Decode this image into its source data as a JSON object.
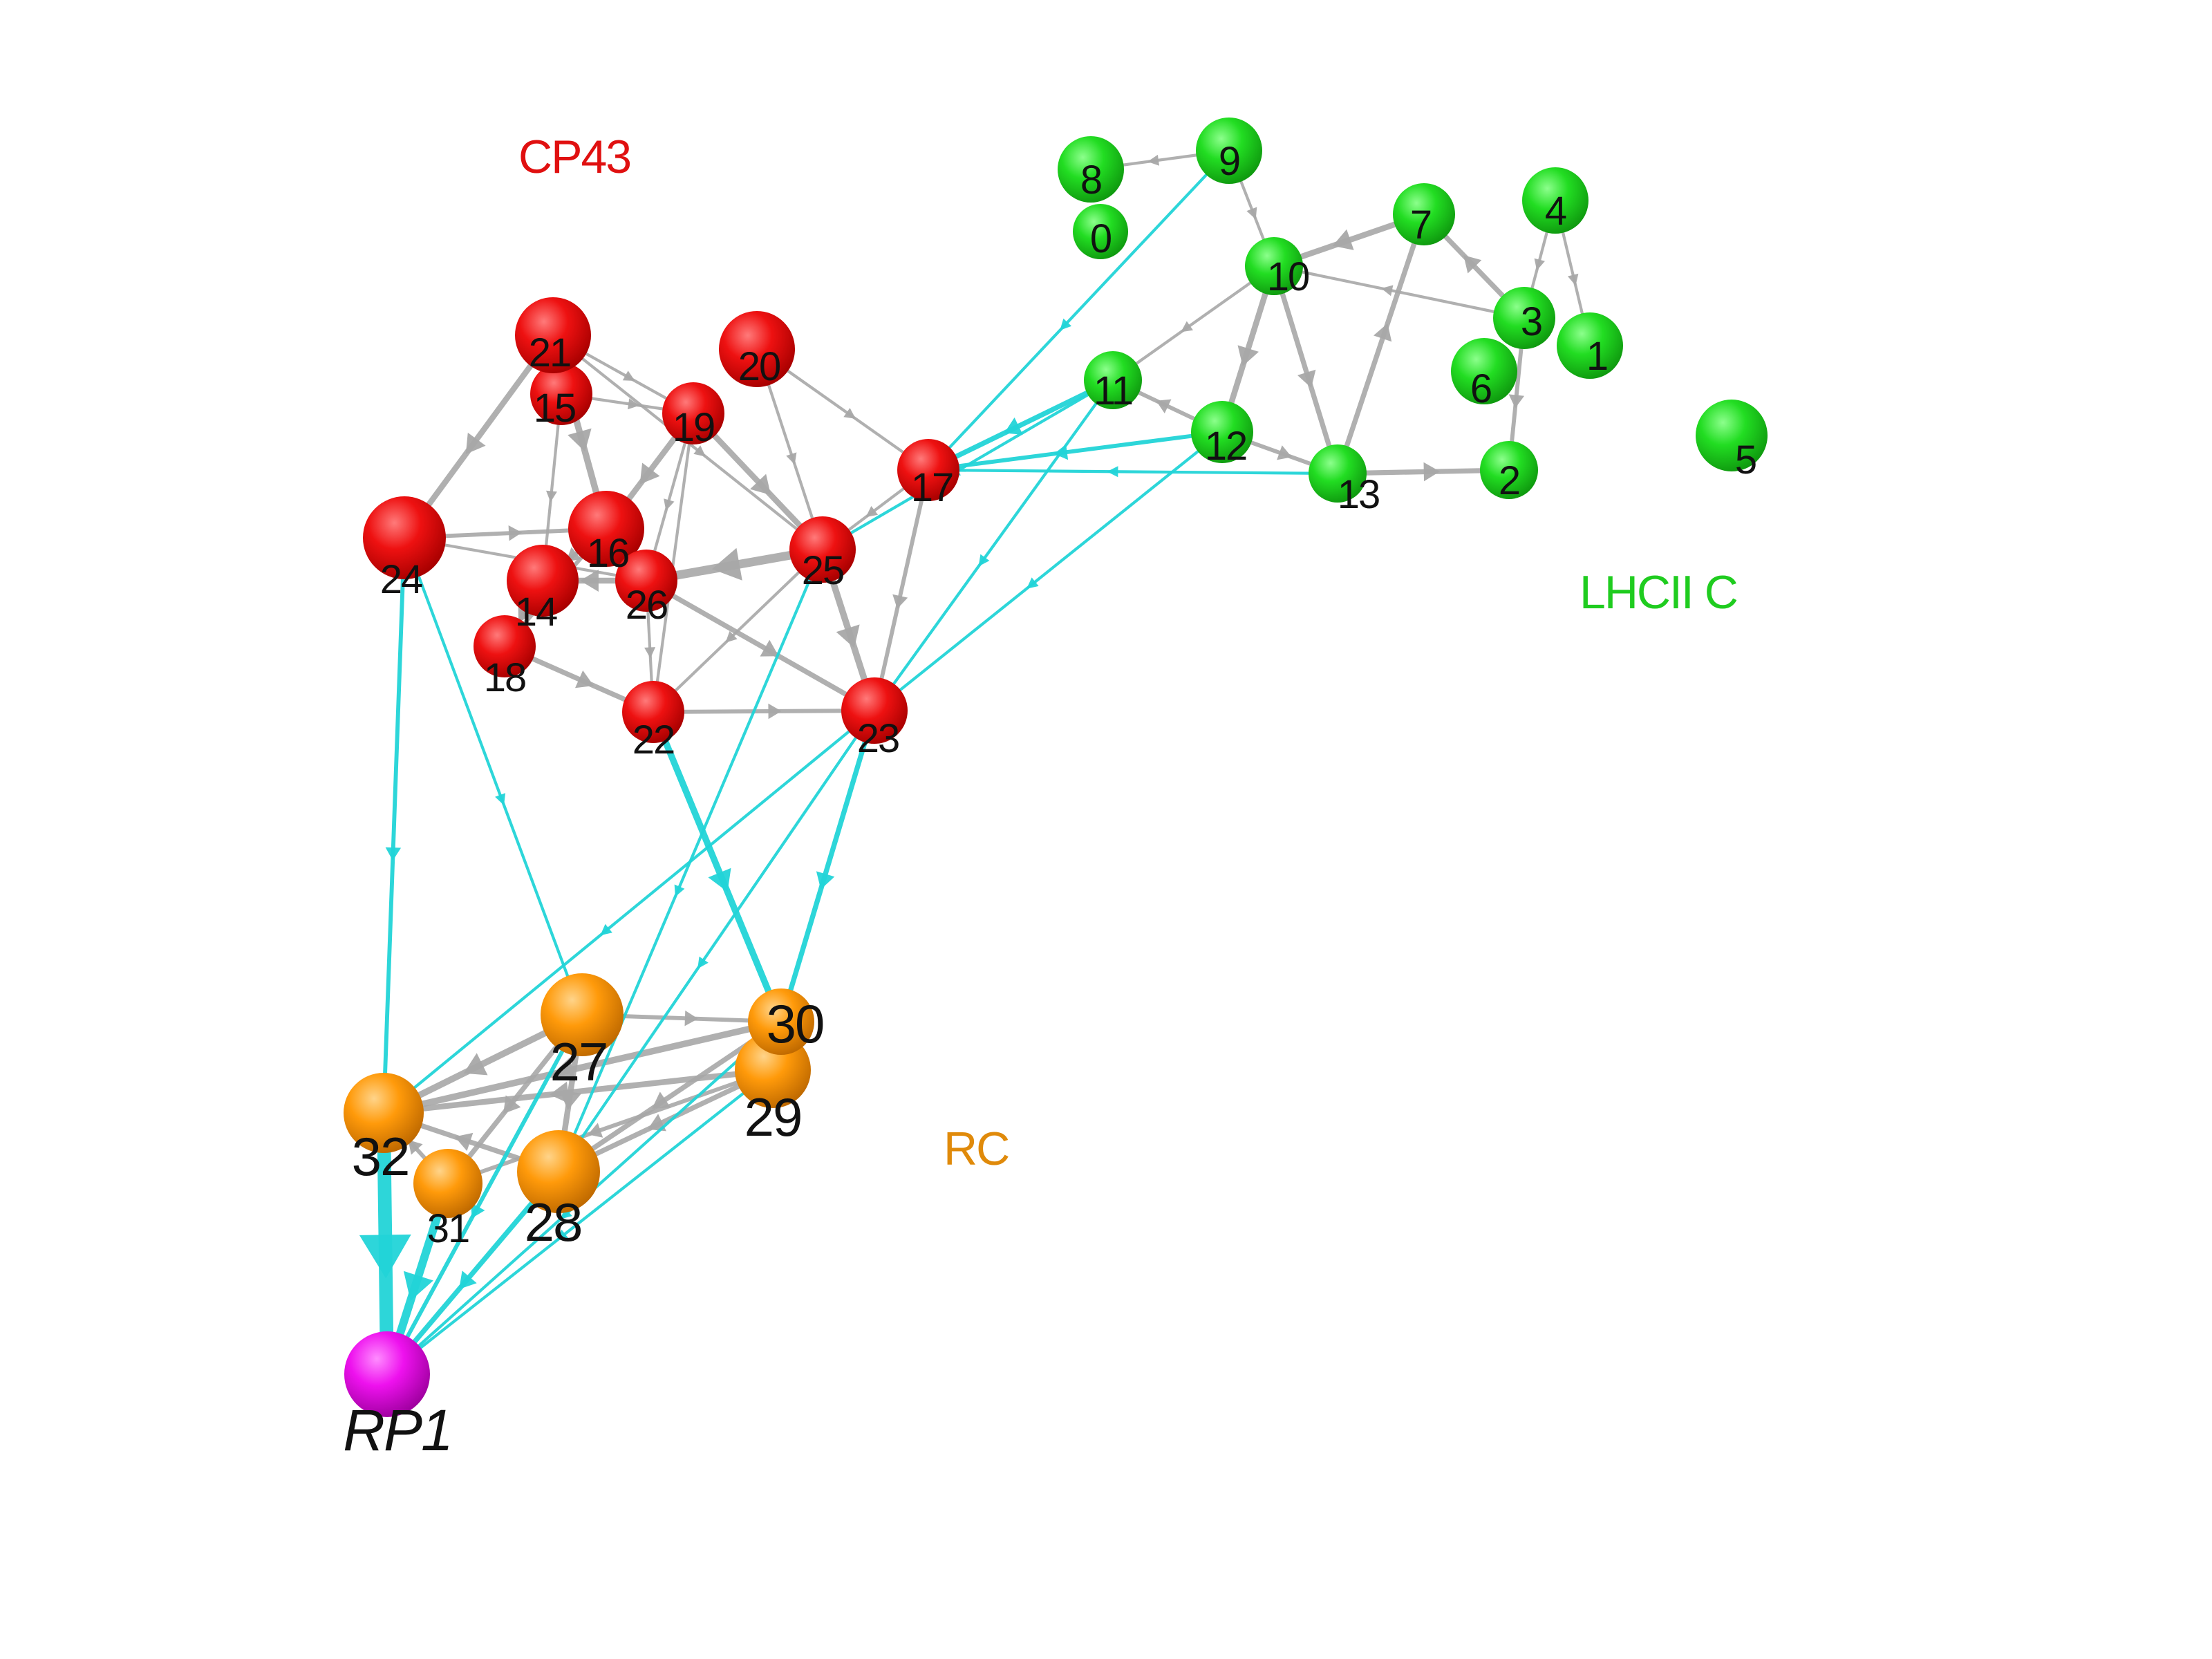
{
  "groups": [
    {
      "id": "cp43",
      "label": "CP43",
      "color": "#e01010"
    },
    {
      "id": "lhcii",
      "label": "LHCII C",
      "color": "#1fcc1f"
    },
    {
      "id": "rc",
      "label": "RC",
      "color": "#e08a0a"
    }
  ],
  "colors": {
    "cp43": "#ee1111",
    "lhcii": "#22dd22",
    "rc": "#ff9a0a",
    "rp": "#ee11ee",
    "edge_internal": "#a8a8a8",
    "edge_transfer": "#22d4d8"
  },
  "nodes": [
    {
      "id": "0",
      "label": "0",
      "group": "lhcii"
    },
    {
      "id": "1",
      "label": "1",
      "group": "lhcii"
    },
    {
      "id": "2",
      "label": "2",
      "group": "lhcii"
    },
    {
      "id": "3",
      "label": "3",
      "group": "lhcii"
    },
    {
      "id": "4",
      "label": "4",
      "group": "lhcii"
    },
    {
      "id": "5",
      "label": "5",
      "group": "lhcii"
    },
    {
      "id": "6",
      "label": "6",
      "group": "lhcii"
    },
    {
      "id": "7",
      "label": "7",
      "group": "lhcii"
    },
    {
      "id": "8",
      "label": "8",
      "group": "lhcii"
    },
    {
      "id": "9",
      "label": "9",
      "group": "lhcii"
    },
    {
      "id": "10",
      "label": "10",
      "group": "lhcii"
    },
    {
      "id": "11",
      "label": "11",
      "group": "lhcii"
    },
    {
      "id": "12",
      "label": "12",
      "group": "lhcii"
    },
    {
      "id": "13",
      "label": "13",
      "group": "lhcii"
    },
    {
      "id": "14",
      "label": "14",
      "group": "cp43"
    },
    {
      "id": "15",
      "label": "15",
      "group": "cp43"
    },
    {
      "id": "16",
      "label": "16",
      "group": "cp43"
    },
    {
      "id": "17",
      "label": "17",
      "group": "cp43"
    },
    {
      "id": "18",
      "label": "18",
      "group": "cp43"
    },
    {
      "id": "19",
      "label": "19",
      "group": "cp43"
    },
    {
      "id": "20",
      "label": "20",
      "group": "cp43"
    },
    {
      "id": "21",
      "label": "21",
      "group": "cp43"
    },
    {
      "id": "22",
      "label": "22",
      "group": "cp43"
    },
    {
      "id": "23",
      "label": "23",
      "group": "cp43"
    },
    {
      "id": "24",
      "label": "24",
      "group": "cp43"
    },
    {
      "id": "25",
      "label": "25",
      "group": "cp43"
    },
    {
      "id": "26",
      "label": "26",
      "group": "cp43"
    },
    {
      "id": "27",
      "label": "27",
      "group": "rc"
    },
    {
      "id": "28",
      "label": "28",
      "group": "rc"
    },
    {
      "id": "29",
      "label": "29",
      "group": "rc"
    },
    {
      "id": "30",
      "label": "30",
      "group": "rc"
    },
    {
      "id": "31",
      "label": "31",
      "group": "rc"
    },
    {
      "id": "32",
      "label": "32",
      "group": "rc"
    },
    {
      "id": "RP1",
      "label": "RP1",
      "group": "rp"
    }
  ],
  "edges": [
    {
      "from": "9",
      "to": "8",
      "kind": "internal",
      "weight": 1
    },
    {
      "from": "9",
      "to": "10",
      "kind": "internal",
      "weight": 1
    },
    {
      "from": "7",
      "to": "10",
      "kind": "internal",
      "weight": 4
    },
    {
      "from": "10",
      "to": "12",
      "kind": "internal",
      "weight": 4
    },
    {
      "from": "10",
      "to": "13",
      "kind": "internal",
      "weight": 3
    },
    {
      "from": "13",
      "to": "7",
      "kind": "internal",
      "weight": 3
    },
    {
      "from": "3",
      "to": "7",
      "kind": "internal",
      "weight": 3
    },
    {
      "from": "3",
      "to": "10",
      "kind": "internal",
      "weight": 1
    },
    {
      "from": "4",
      "to": "3",
      "kind": "internal",
      "weight": 1
    },
    {
      "from": "4",
      "to": "1",
      "kind": "internal",
      "weight": 1
    },
    {
      "from": "3",
      "to": "2",
      "kind": "internal",
      "weight": 2
    },
    {
      "from": "13",
      "to": "2",
      "kind": "internal",
      "weight": 3
    },
    {
      "from": "12",
      "to": "13",
      "kind": "internal",
      "weight": 2
    },
    {
      "from": "12",
      "to": "11",
      "kind": "internal",
      "weight": 2
    },
    {
      "from": "10",
      "to": "11",
      "kind": "internal",
      "weight": 1
    },
    {
      "from": "9",
      "to": "17",
      "kind": "transfer",
      "weight": 1
    },
    {
      "from": "11",
      "to": "17",
      "kind": "transfer",
      "weight": 3
    },
    {
      "from": "12",
      "to": "17",
      "kind": "transfer",
      "weight": 2
    },
    {
      "from": "13",
      "to": "17",
      "kind": "transfer",
      "weight": 1
    },
    {
      "from": "11",
      "to": "25",
      "kind": "transfer",
      "weight": 1
    },
    {
      "from": "11",
      "to": "23",
      "kind": "transfer",
      "weight": 1
    },
    {
      "from": "12",
      "to": "23",
      "kind": "transfer",
      "weight": 1
    },
    {
      "from": "21",
      "to": "24",
      "kind": "internal",
      "weight": 4
    },
    {
      "from": "21",
      "to": "16",
      "kind": "internal",
      "weight": 5
    },
    {
      "from": "21",
      "to": "19",
      "kind": "internal",
      "weight": 1
    },
    {
      "from": "21",
      "to": "25",
      "kind": "internal",
      "weight": 1
    },
    {
      "from": "15",
      "to": "19",
      "kind": "internal",
      "weight": 1
    },
    {
      "from": "15",
      "to": "14",
      "kind": "internal",
      "weight": 1
    },
    {
      "from": "20",
      "to": "17",
      "kind": "internal",
      "weight": 1
    },
    {
      "from": "20",
      "to": "25",
      "kind": "internal",
      "weight": 1
    },
    {
      "from": "19",
      "to": "16",
      "kind": "internal",
      "weight": 4
    },
    {
      "from": "19",
      "to": "22",
      "kind": "internal",
      "weight": 1
    },
    {
      "from": "19",
      "to": "26",
      "kind": "internal",
      "weight": 1
    },
    {
      "from": "19",
      "to": "25",
      "kind": "internal",
      "weight": 4
    },
    {
      "from": "24",
      "to": "16",
      "kind": "internal",
      "weight": 2
    },
    {
      "from": "24",
      "to": "26",
      "kind": "internal",
      "weight": 1
    },
    {
      "from": "16",
      "to": "14",
      "kind": "internal",
      "weight": 2
    },
    {
      "from": "16",
      "to": "18",
      "kind": "internal",
      "weight": 2
    },
    {
      "from": "26",
      "to": "14",
      "kind": "internal",
      "weight": 4
    },
    {
      "from": "25",
      "to": "26",
      "kind": "internal",
      "weight": 9
    },
    {
      "from": "25",
      "to": "23",
      "kind": "internal",
      "weight": 5
    },
    {
      "from": "25",
      "to": "22",
      "kind": "internal",
      "weight": 1
    },
    {
      "from": "26",
      "to": "23",
      "kind": "internal",
      "weight": 3
    },
    {
      "from": "26",
      "to": "22",
      "kind": "internal",
      "weight": 1
    },
    {
      "from": "17",
      "to": "23",
      "kind": "internal",
      "weight": 2
    },
    {
      "from": "17",
      "to": "25",
      "kind": "internal",
      "weight": 1
    },
    {
      "from": "18",
      "to": "22",
      "kind": "internal",
      "weight": 3
    },
    {
      "from": "14",
      "to": "18",
      "kind": "internal",
      "weight": 2
    },
    {
      "from": "22",
      "to": "23",
      "kind": "internal",
      "weight": 2
    },
    {
      "from": "24",
      "to": "32",
      "kind": "transfer",
      "weight": 2
    },
    {
      "from": "24",
      "to": "27",
      "kind": "transfer",
      "weight": 1
    },
    {
      "from": "22",
      "to": "30",
      "kind": "transfer",
      "weight": 5
    },
    {
      "from": "23",
      "to": "30",
      "kind": "transfer",
      "weight": 3
    },
    {
      "from": "23",
      "to": "28",
      "kind": "transfer",
      "weight": 1
    },
    {
      "from": "23",
      "to": "32",
      "kind": "transfer",
      "weight": 1
    },
    {
      "from": "25",
      "to": "28",
      "kind": "transfer",
      "weight": 1
    },
    {
      "from": "27",
      "to": "32",
      "kind": "internal",
      "weight": 5
    },
    {
      "from": "27",
      "to": "28",
      "kind": "internal",
      "weight": 4
    },
    {
      "from": "27",
      "to": "30",
      "kind": "internal",
      "weight": 2
    },
    {
      "from": "27",
      "to": "31",
      "kind": "internal",
      "weight": 3
    },
    {
      "from": "30",
      "to": "32",
      "kind": "internal",
      "weight": 5
    },
    {
      "from": "30",
      "to": "28",
      "kind": "internal",
      "weight": 3
    },
    {
      "from": "29",
      "to": "32",
      "kind": "internal",
      "weight": 4
    },
    {
      "from": "29",
      "to": "28",
      "kind": "internal",
      "weight": 3
    },
    {
      "from": "29",
      "to": "31",
      "kind": "internal",
      "weight": 2
    },
    {
      "from": "28",
      "to": "32",
      "kind": "internal",
      "weight": 3
    },
    {
      "from": "31",
      "to": "32",
      "kind": "internal",
      "weight": 2
    },
    {
      "from": "32",
      "to": "RP1",
      "kind": "transfer",
      "weight": 22
    },
    {
      "from": "31",
      "to": "RP1",
      "kind": "transfer",
      "weight": 8
    },
    {
      "from": "28",
      "to": "RP1",
      "kind": "transfer",
      "weight": 3
    },
    {
      "from": "27",
      "to": "RP1",
      "kind": "transfer",
      "weight": 2
    },
    {
      "from": "29",
      "to": "RP1",
      "kind": "transfer",
      "weight": 1
    },
    {
      "from": "30",
      "to": "RP1",
      "kind": "transfer",
      "weight": 1
    }
  ]
}
